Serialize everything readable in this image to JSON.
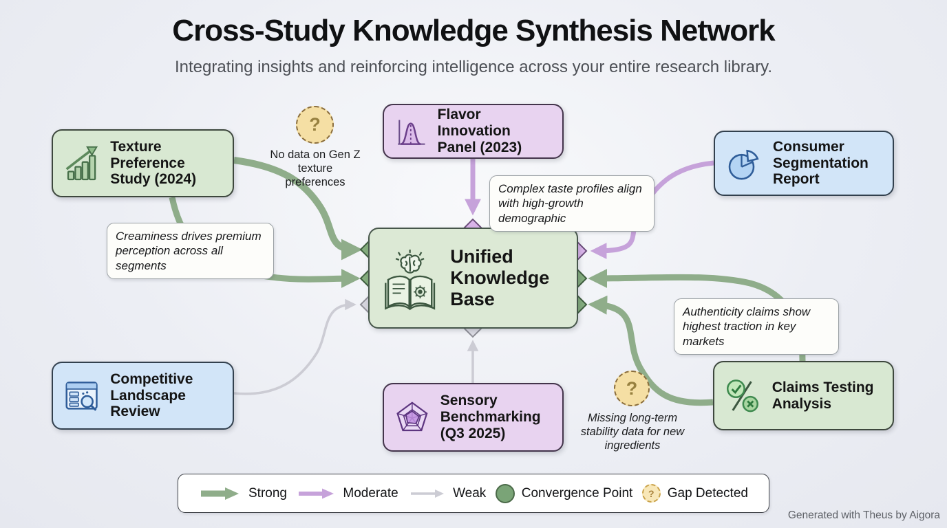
{
  "header": {
    "title": "Cross-Study Knowledge Synthesis Network",
    "subtitle": "Integrating insights and reinforcing intelligence across your entire research library."
  },
  "nodes": {
    "texture": {
      "label": "Texture Preference Study (2024)",
      "icon": "bar-chart-trend-icon",
      "color": "#d8e8d2"
    },
    "flavor": {
      "label": "Flavor Innovation Panel (2023)",
      "icon": "bell-curve-icon",
      "color": "#e8d3f0"
    },
    "consumer": {
      "label": "Consumer Segmentation Report",
      "icon": "pie-chart-icon",
      "color": "#d2e5f8"
    },
    "unified": {
      "label": "Unified Knowledge Base",
      "icon": "brain-book-gear-icon",
      "color": "#dce9d5"
    },
    "competitive": {
      "label": "Competitive Landscape Review",
      "icon": "browser-search-icon",
      "color": "#d2e5f8"
    },
    "sensory": {
      "label": "Sensory Benchmarking (Q3 2025)",
      "icon": "radar-chart-icon",
      "color": "#e8d3f0"
    },
    "claims": {
      "label": "Claims Testing Analysis",
      "icon": "check-x-icon",
      "color": "#d8e8d2"
    }
  },
  "annotations": {
    "creaminess": "Creaminess drives premium perception across all segments",
    "complex_taste": "Complex taste profiles align with high-growth demographic",
    "authenticity": "Authenticity claims show highest traction in key markets"
  },
  "gaps": {
    "gen_z": "No data on Gen Z texture preferences",
    "stability": "Missing long-term stability data for new ingredients",
    "symbol": "?"
  },
  "legend": {
    "strong": "Strong",
    "moderate": "Moderate",
    "weak": "Weak",
    "convergence": "Convergence Point",
    "gap": "Gap Detected"
  },
  "footer": {
    "credit": "Generated with Theus by Aigora"
  },
  "colors": {
    "edge_strong": "#8fad8a",
    "edge_moderate": "#c6a2da",
    "edge_weak": "#ccccd4",
    "diamond_green": "#84ad7e",
    "diamond_purple": "#d9b4e9",
    "diamond_gray": "#d5d5dd",
    "gap_fill": "#f5dfa4",
    "gap_border": "#8a6d3b",
    "node_green": "#d8e8d2",
    "node_purple": "#e8d3f0",
    "node_blue": "#d2e5f8"
  }
}
